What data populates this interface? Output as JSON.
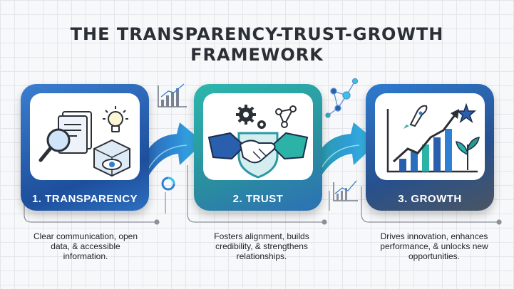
{
  "title": {
    "line1": "THE TRANSPARENCY-TRUST-GROWTH",
    "line2": "FRAMEWORK"
  },
  "stages": [
    {
      "label": "1. TRANSPARENCY",
      "description": "Clear communication, open data, & accessible information.",
      "icons": [
        "documents-icon",
        "magnifier-icon",
        "lightbulb-icon",
        "eye-cube-icon"
      ],
      "color": "#1d4f9c"
    },
    {
      "label": "2. TRUST",
      "description": "Fosters alignment, builds credibility, & strengthens relationships.",
      "icons": [
        "handshake-icon",
        "shield-icon",
        "gears-icon",
        "network-icon"
      ],
      "color": "#2a9aa6"
    },
    {
      "label": "3. GROWTH",
      "description": "Drives innovation, enhances performance, & unlocks new opportunities.",
      "icons": [
        "rocket-icon",
        "star-icon",
        "growth-chart-icon",
        "sprout-icon"
      ],
      "color": "#27508e"
    }
  ],
  "colors": {
    "accent_blue": "#2f7fd2",
    "accent_teal": "#2bb3a8",
    "accent_cyan": "#35c4e8",
    "text_dark": "#2b2f36"
  }
}
